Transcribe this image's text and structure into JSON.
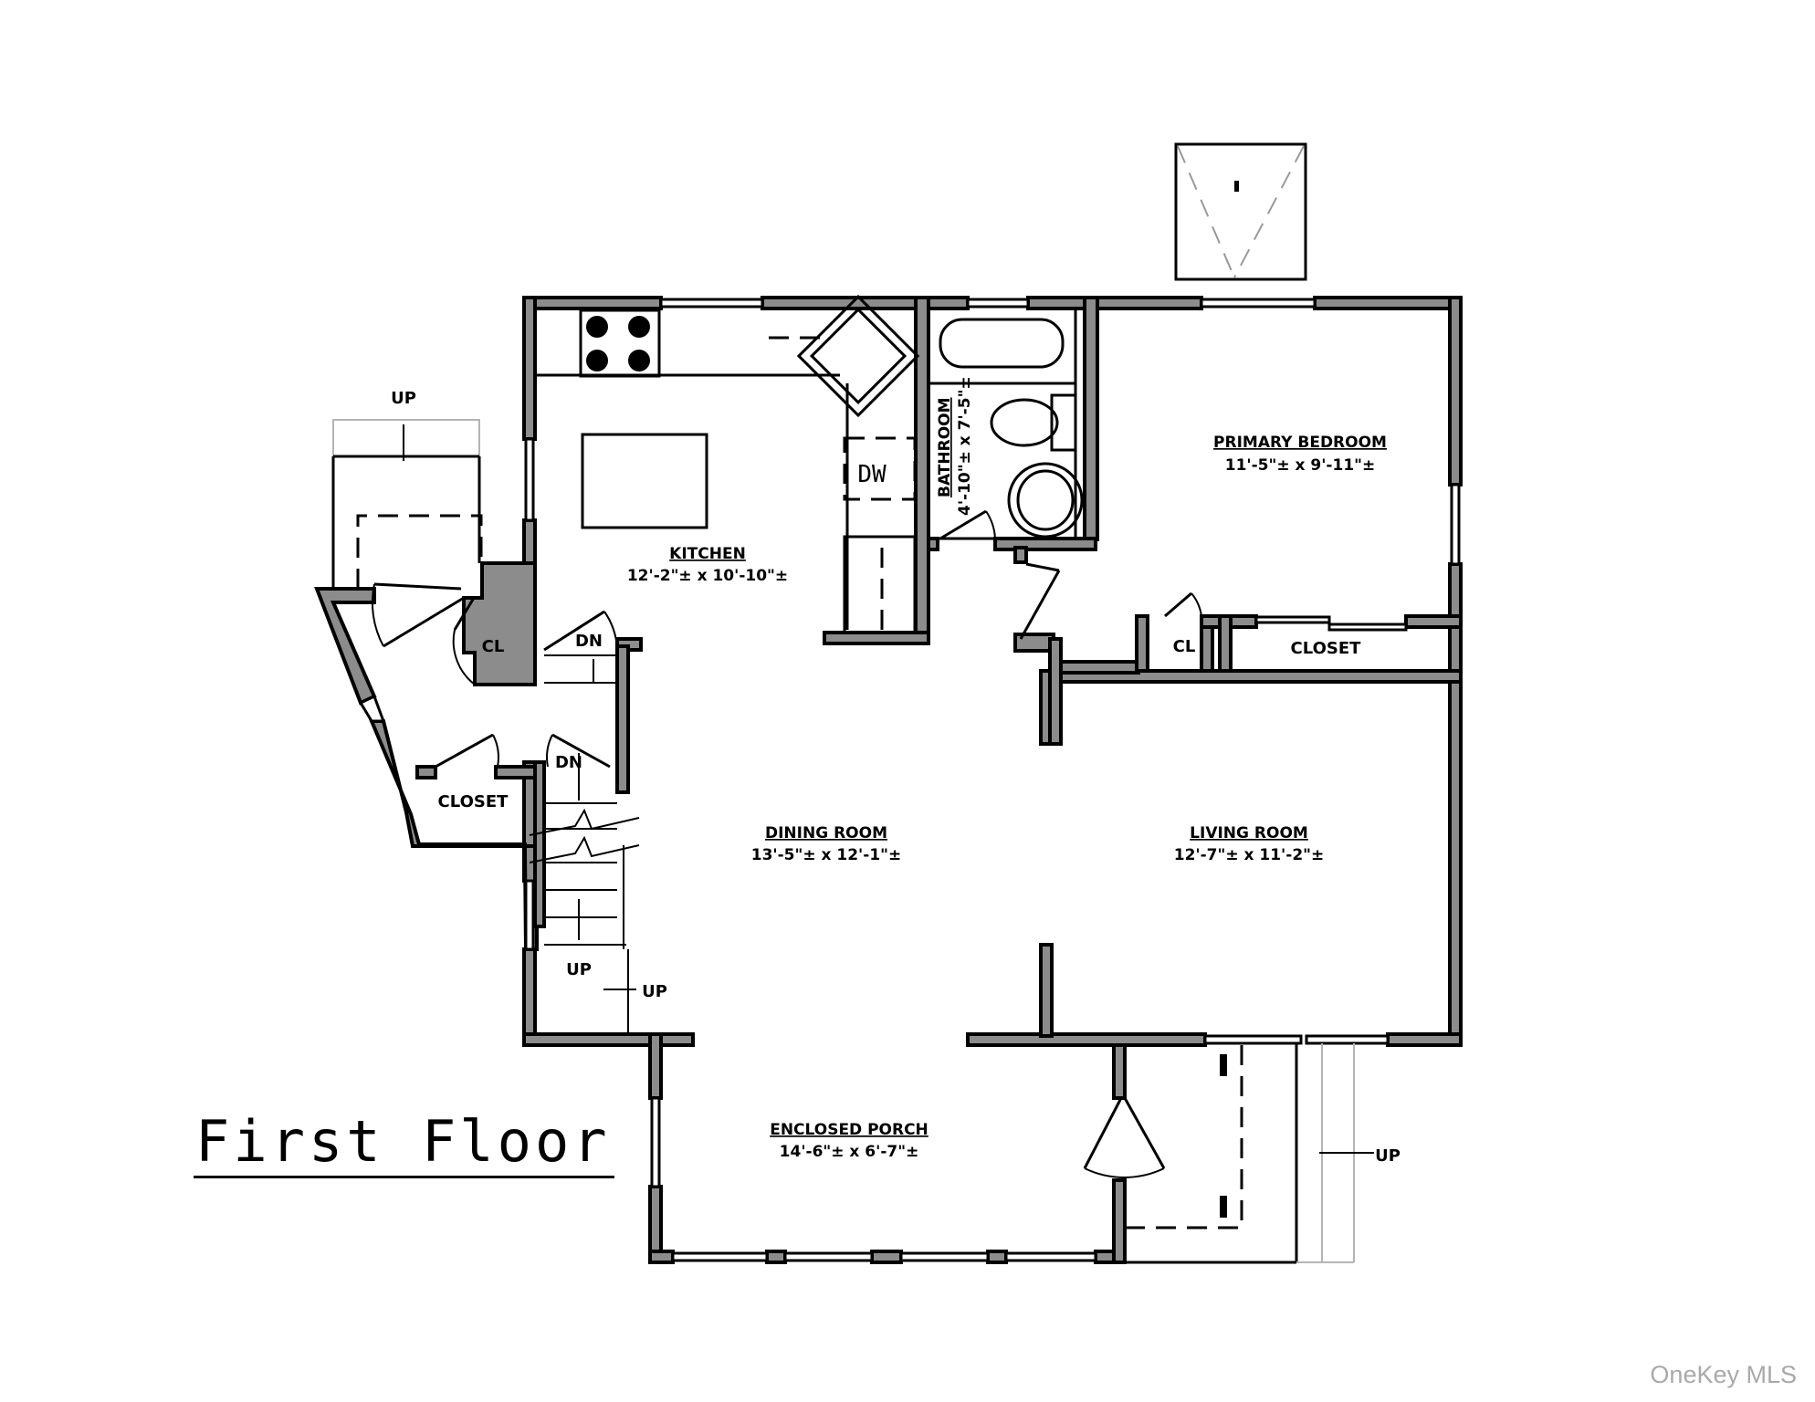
{
  "plan": {
    "title": "First Floor",
    "colors": {
      "wall_fill": "#8c8c8c",
      "line": "#000000",
      "background": "#ffffff"
    }
  },
  "rooms": {
    "kitchen": {
      "name": "KITCHEN",
      "dims": "12'-2\"± x 10'-10\"±"
    },
    "bathroom": {
      "name": "BATHROOM",
      "dims": "4'-10\"± x 7'-5\"±"
    },
    "primary_bedroom": {
      "name": "PRIMARY BEDROOM",
      "dims": "11'-5\"± x 9'-11\"±"
    },
    "dining_room": {
      "name": "DINING ROOM",
      "dims": "13'-5\"± x 12'-1\"±"
    },
    "living_room": {
      "name": "LIVING ROOM",
      "dims": "12'-7\"± x 11'-2\"±"
    },
    "enclosed_porch": {
      "name": "ENCLOSED PORCH",
      "dims": "14'-6\"± x 6'-7\"±"
    }
  },
  "labels": {
    "cl_left": "CL",
    "closet_left": "CLOSET",
    "cl_bedroom": "CL",
    "closet_bedroom": "CLOSET",
    "dn_top": "DN",
    "dn_stair": "DN",
    "up_entry": "UP",
    "up_stair": "UP",
    "up_side": "UP",
    "up_porch": "UP",
    "dishwasher": "DW"
  },
  "watermark": "OneKey MLS"
}
